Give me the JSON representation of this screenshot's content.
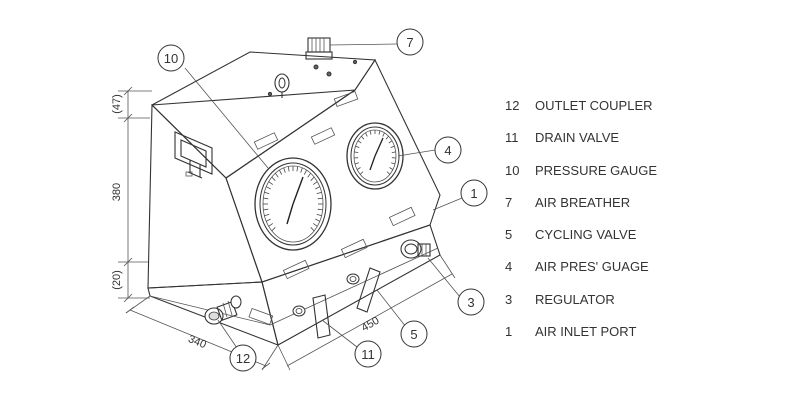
{
  "legend": [
    {
      "number": "12",
      "label": "OUTLET COUPLER"
    },
    {
      "number": "11",
      "label": "DRAIN VALVE"
    },
    {
      "number": "10",
      "label": "PRESSURE GAUGE"
    },
    {
      "number": "7",
      "label": "AIR BREATHER"
    },
    {
      "number": "5",
      "label": "CYCLING VALVE"
    },
    {
      "number": "4",
      "label": "AIR PRES' GUAGE"
    },
    {
      "number": "3",
      "label": "REGULATOR"
    },
    {
      "number": "1",
      "label": "AIR INLET PORT"
    }
  ],
  "callouts": {
    "c10": "10",
    "c7": "7",
    "c4": "4",
    "c1": "1",
    "c3": "3",
    "c5": "5",
    "c11": "11",
    "c12": "12"
  },
  "dimensions": {
    "top": "(47)",
    "height": "380",
    "base": "(20)",
    "depth": "340",
    "width": "450"
  }
}
